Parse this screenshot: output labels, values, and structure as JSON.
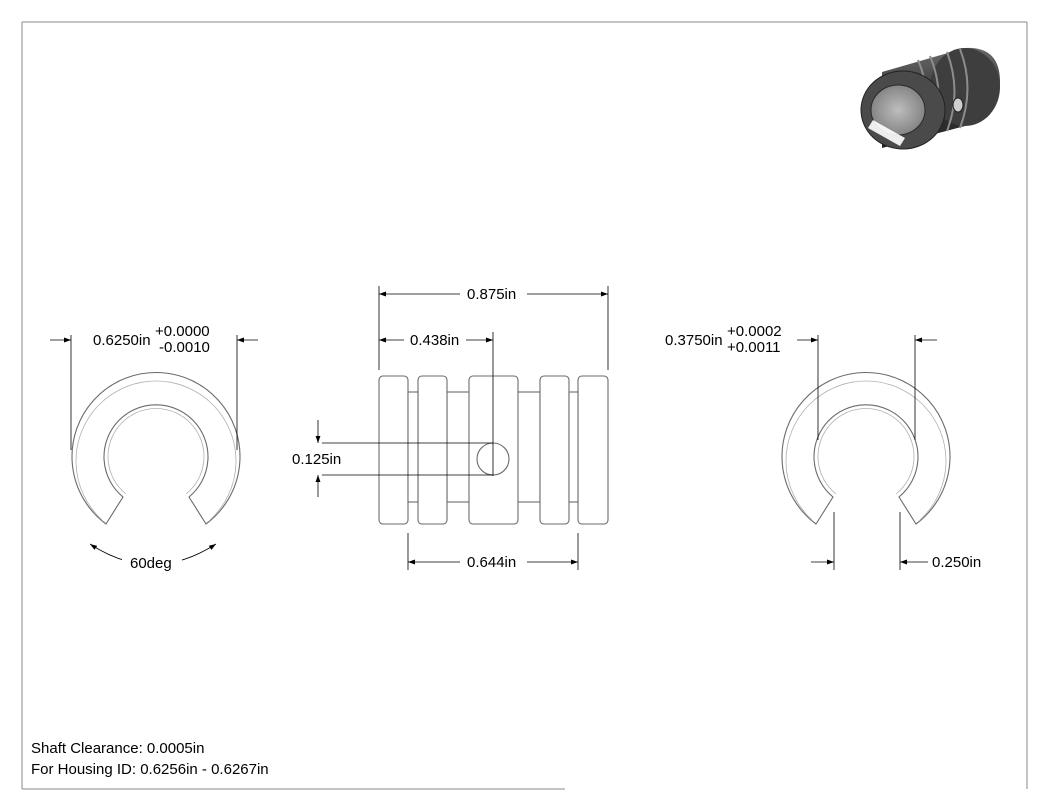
{
  "notes": {
    "shaft_clearance": "Shaft Clearance: 0.0005in",
    "housing_id": "For Housing ID: 0.6256in - 0.6267in"
  },
  "left_view": {
    "od_value": "0.6250in",
    "od_tol_plus": "+0.0000",
    "od_tol_minus": "-0.0010",
    "gap_angle": "60deg"
  },
  "front_view": {
    "overall_length": "0.875in",
    "hole_position": "0.438in",
    "hole_diameter": "0.125in",
    "groove_span": "0.644in"
  },
  "right_view": {
    "id_value": "0.3750in",
    "id_tol_plus": "+0.0002",
    "id_tol_minus": "+0.0011",
    "slot_width": "0.250in"
  },
  "colors": {
    "outline": "#6b6b6b",
    "dimension": "#000000",
    "iso_body": "#3a3a3a"
  },
  "icons": {
    "iso_preview": "bearing-3d-icon"
  }
}
